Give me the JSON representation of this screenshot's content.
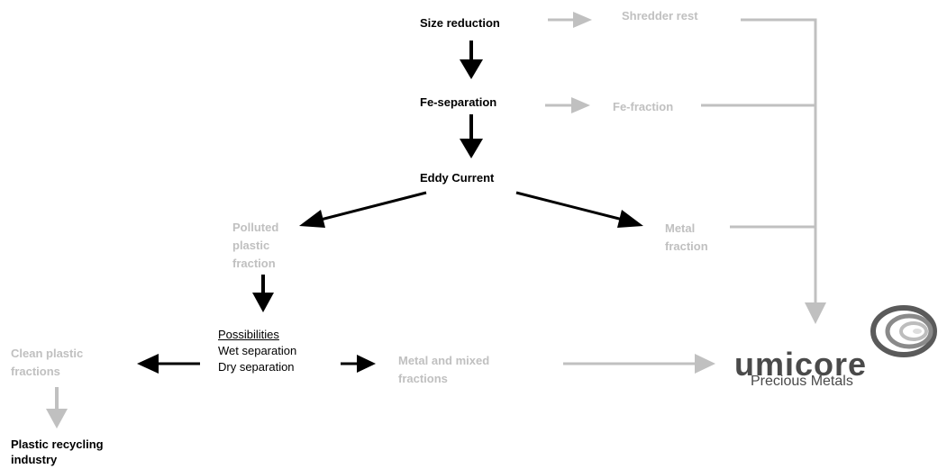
{
  "nodes": {
    "size_reduction": "Size reduction",
    "shredder_rest": "Shredder rest",
    "fe_separation": "Fe-separation",
    "fe_fraction": "Fe-fraction",
    "eddy_current": "Eddy Current",
    "polluted_1": "Polluted",
    "polluted_2": "plastic",
    "polluted_3": "fraction",
    "metal_fraction_1": "Metal",
    "metal_fraction_2": "fraction",
    "possibilities_title": "Possibilities",
    "possibilities_wet": "Wet separation",
    "possibilities_dry": "Dry separation",
    "clean_1": "Clean plastic",
    "clean_2": "fractions",
    "mixed_1": "Metal and mixed",
    "mixed_2": "fractions",
    "recycling_1": "Plastic recycling",
    "recycling_2": "industry"
  },
  "logo": {
    "name": "umicore",
    "subtitle": "Precious Metals"
  },
  "colors": {
    "primary": "#000000",
    "secondary": "#c0c0c0",
    "logo": "#4a4a4a"
  }
}
